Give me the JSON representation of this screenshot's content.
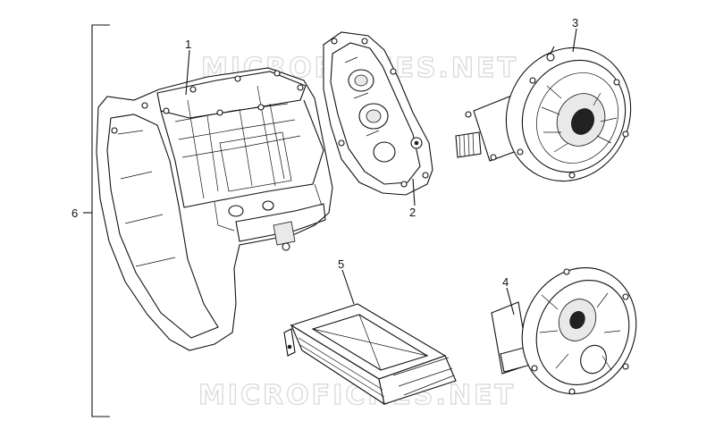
{
  "watermark_top": "MICROFICHES.NET",
  "watermark_bottom": "MICROFICHES.NET",
  "callouts": {
    "p1": "1",
    "p2": "2",
    "p3": "3",
    "p4": "4",
    "p5": "5",
    "p6": "6"
  }
}
